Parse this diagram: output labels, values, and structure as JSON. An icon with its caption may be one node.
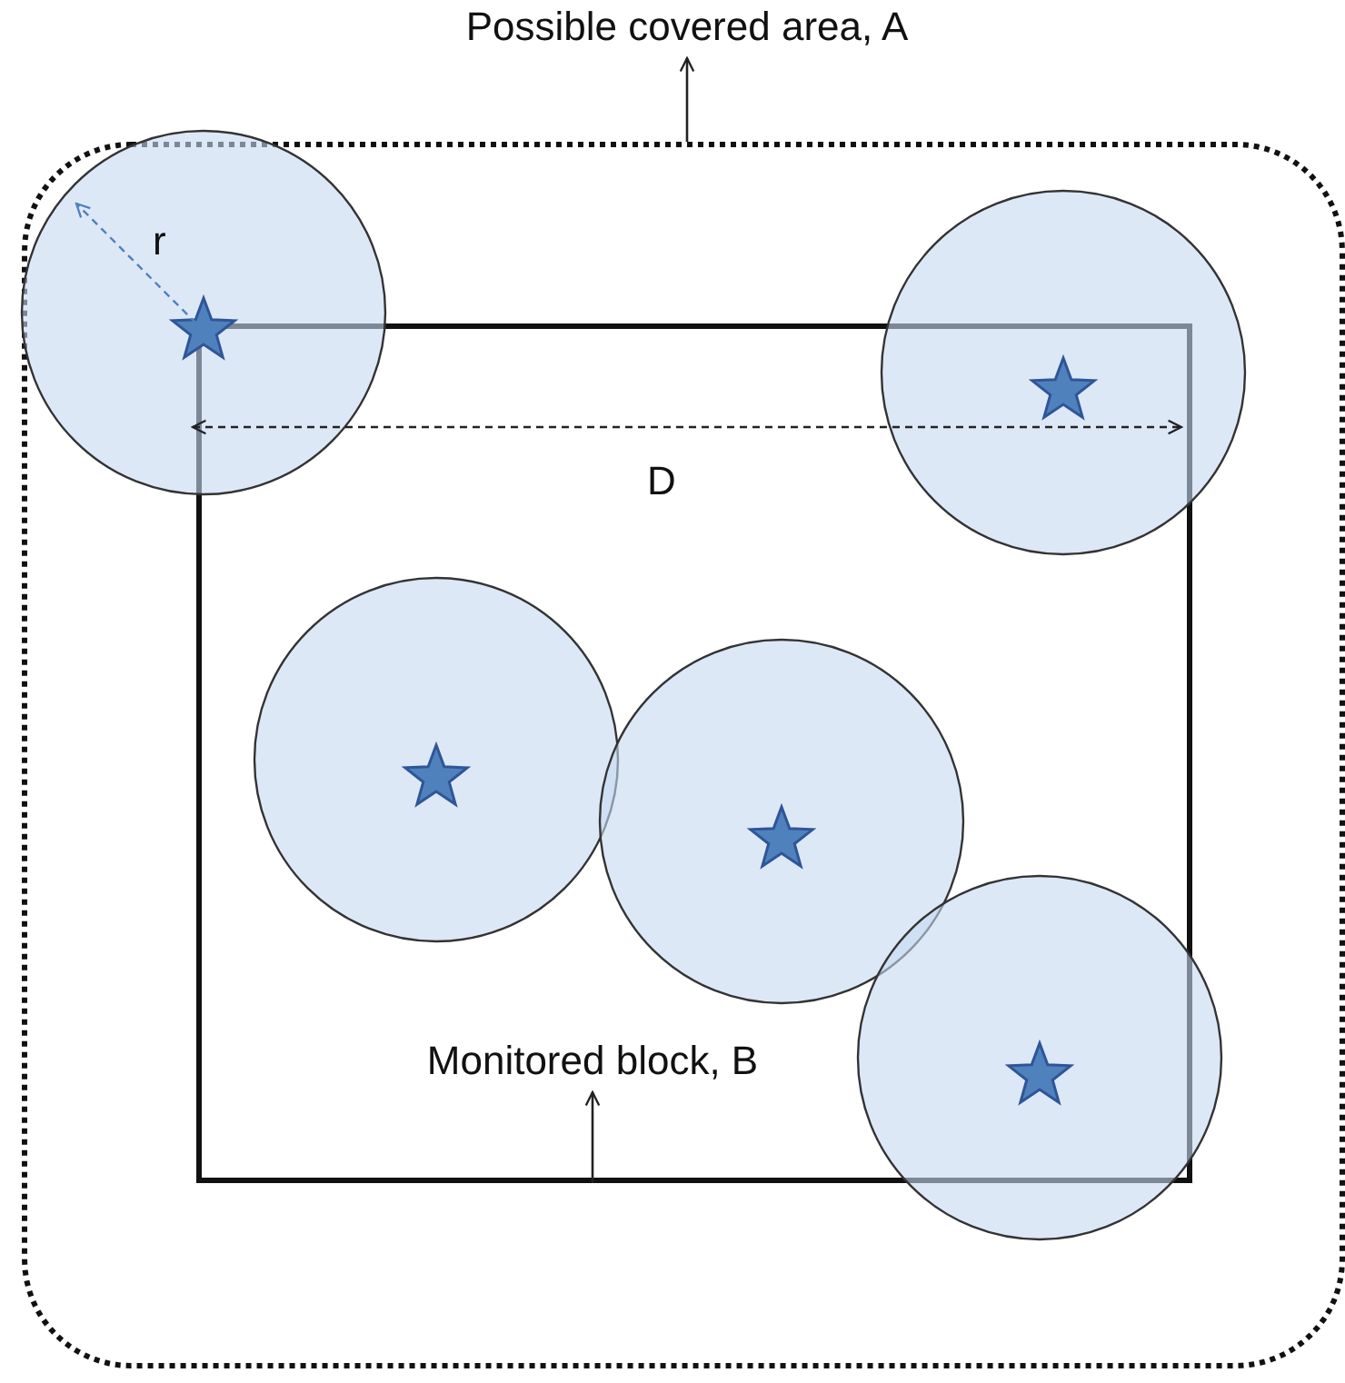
{
  "diagram": {
    "nodes": [
      {
        "text": [
          "Possible covered area, A"
        ]
      },
      {
        "text": [],
        "shape": "box"
      },
      {
        "text": [],
        "shape": "box",
        "in": 1
      },
      {
        "text": [
          "Monitored block, B"
        ],
        "in": 2
      }
    ],
    "edges": [
      {
        "from": 1,
        "to": 0,
        "arrow": "to"
      },
      {
        "from": 2,
        "to": 3,
        "arrow": "to"
      }
    ],
    "labels": [
      "r",
      "D"
    ]
  }
}
